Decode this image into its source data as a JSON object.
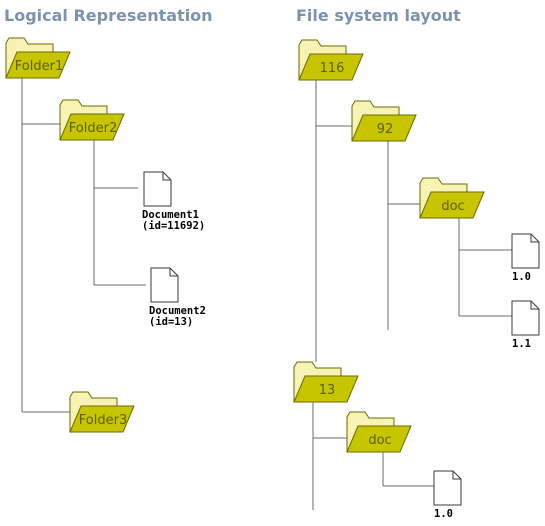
{
  "titles": {
    "left": "Logical Representation",
    "right": "File system layout"
  },
  "colors": {
    "title": "#7d93ad",
    "folder_front": "#c7c400",
    "folder_back": "#f7f3b5",
    "folder_outline": "#6b6b00",
    "connector": "#6b6b6b",
    "document_fill": "#ffffff",
    "document_outline": "#3a3a3a"
  },
  "logical": {
    "folders": [
      {
        "name": "folder1",
        "label": "Folder1"
      },
      {
        "name": "folder2",
        "label": "Folder2"
      },
      {
        "name": "folder3",
        "label": "Folder3"
      }
    ],
    "documents": [
      {
        "name": "document1",
        "label": "Document1",
        "sublabel": "(id=11692)"
      },
      {
        "name": "document2",
        "label": "Document2",
        "sublabel": "(id=13)"
      }
    ]
  },
  "filesystem": {
    "folders": [
      {
        "name": "fs-116",
        "label": "116"
      },
      {
        "name": "fs-92",
        "label": "92"
      },
      {
        "name": "fs-doc-92",
        "label": "doc"
      },
      {
        "name": "fs-13",
        "label": "13"
      },
      {
        "name": "fs-doc-13",
        "label": "doc"
      }
    ],
    "documents": [
      {
        "name": "fs-file-92-1-0",
        "label": "1.0"
      },
      {
        "name": "fs-file-92-1-1",
        "label": "1.1"
      },
      {
        "name": "fs-file-13-1-0",
        "label": "1.0"
      }
    ]
  }
}
